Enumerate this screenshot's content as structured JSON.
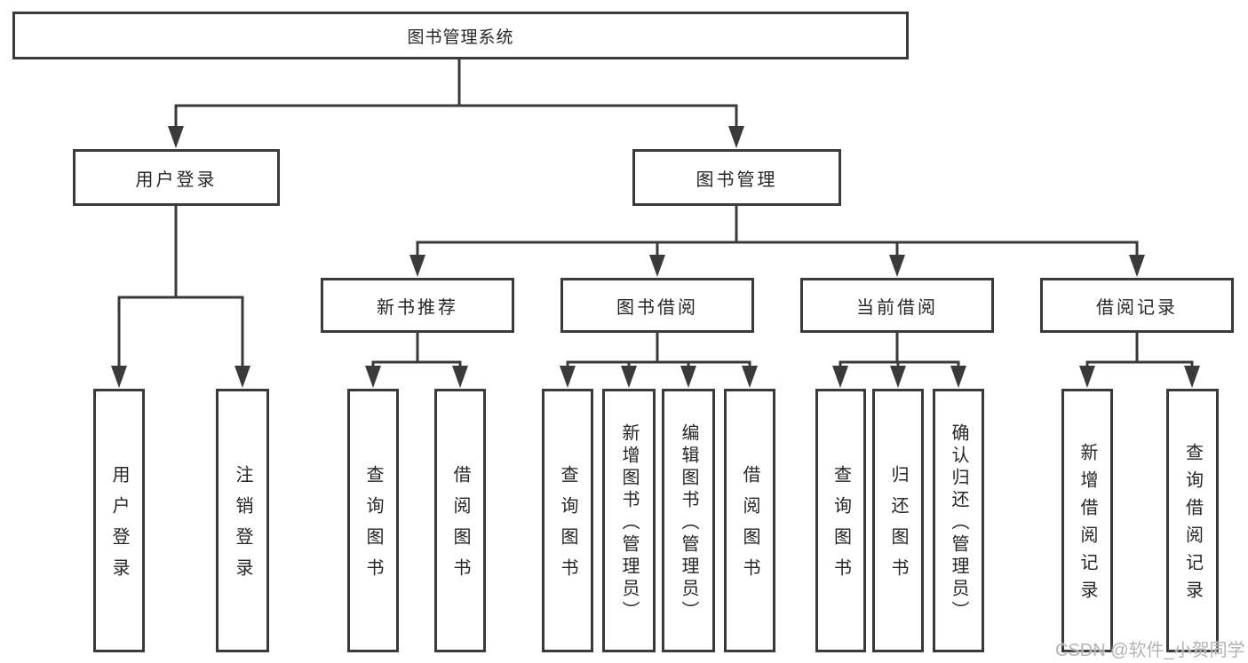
{
  "title_box": "图书管理系统",
  "user_login_branch": {
    "label": "用户登录",
    "children": [
      "用户登录",
      "注销登录"
    ]
  },
  "book_mgmt_branch": {
    "label": "图书管理",
    "groups": [
      {
        "label": "新书推荐",
        "children": [
          "查询图书",
          "借阅图书"
        ]
      },
      {
        "label": "图书借阅",
        "children": [
          "查询图书",
          "新增图书（管理员）",
          "编辑图书（管理员）",
          "借阅图书"
        ]
      },
      {
        "label": "当前借阅",
        "children": [
          "查询图书",
          "归还图书",
          "确认归还（管理员）"
        ]
      },
      {
        "label": "借阅记录",
        "children": [
          "新增借阅记录",
          "查询借阅记录"
        ]
      }
    ]
  },
  "watermark": "CSDN @软件_小贺同学",
  "colors": {
    "line": "#3a3a3a",
    "box_border": "#3a3a3a",
    "text": "#262626",
    "background": "#ffffff",
    "watermark": "#b4b4b4"
  }
}
